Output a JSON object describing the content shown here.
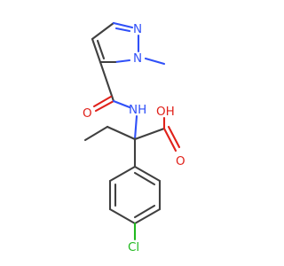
{
  "molecule": {
    "atoms": {
      "n_pyrazole_1": "N",
      "n_pyrazole_2": "N",
      "o_carbonyl": "O",
      "nh": "NH",
      "oh": "OH",
      "o_acid": "O",
      "cl": "Cl"
    },
    "colors": {
      "bond": "#404040",
      "nitrogen": "#3050f8",
      "oxygen": "#e0211a",
      "chlorine": "#21b91f"
    }
  }
}
